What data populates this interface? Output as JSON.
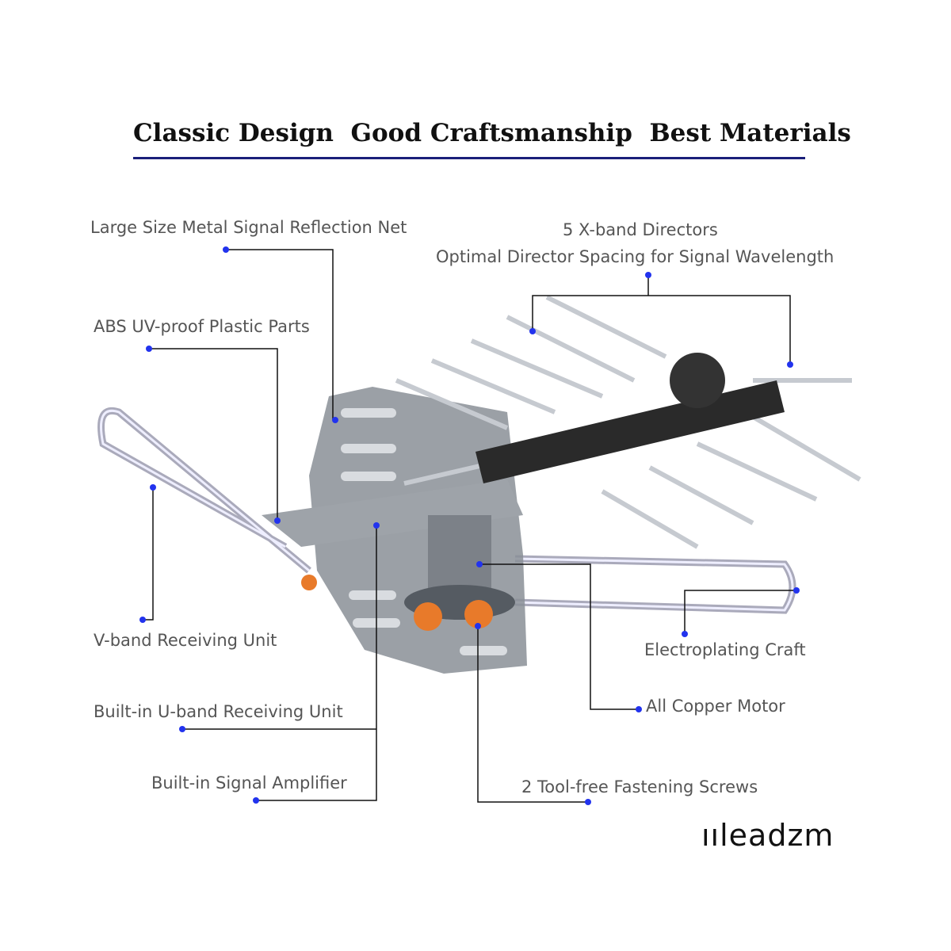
{
  "title": "Classic Design  Good Craftsmanship  Best Materials",
  "labels": {
    "reflection_net": "Large Size Metal Signal Reflection Net",
    "directors_1": "5 X-band Directors",
    "directors_2": "Optimal Director Spacing for Signal Wavelength",
    "abs": "ABS UV-proof Plastic Parts",
    "vband": "V-band Receiving Unit",
    "electroplating": "Electroplating Craft",
    "uband": "Built-in U-band Receiving Unit",
    "motor": "All Copper Motor",
    "amplifier": "Built-in Signal Amplifier",
    "screws": "2 Tool-free Fastening Screws"
  },
  "brand": "ıılеadzm",
  "colors": {
    "accent": "#1a1f7a",
    "dot": "#2233ee",
    "screw": "#e87a2a"
  }
}
